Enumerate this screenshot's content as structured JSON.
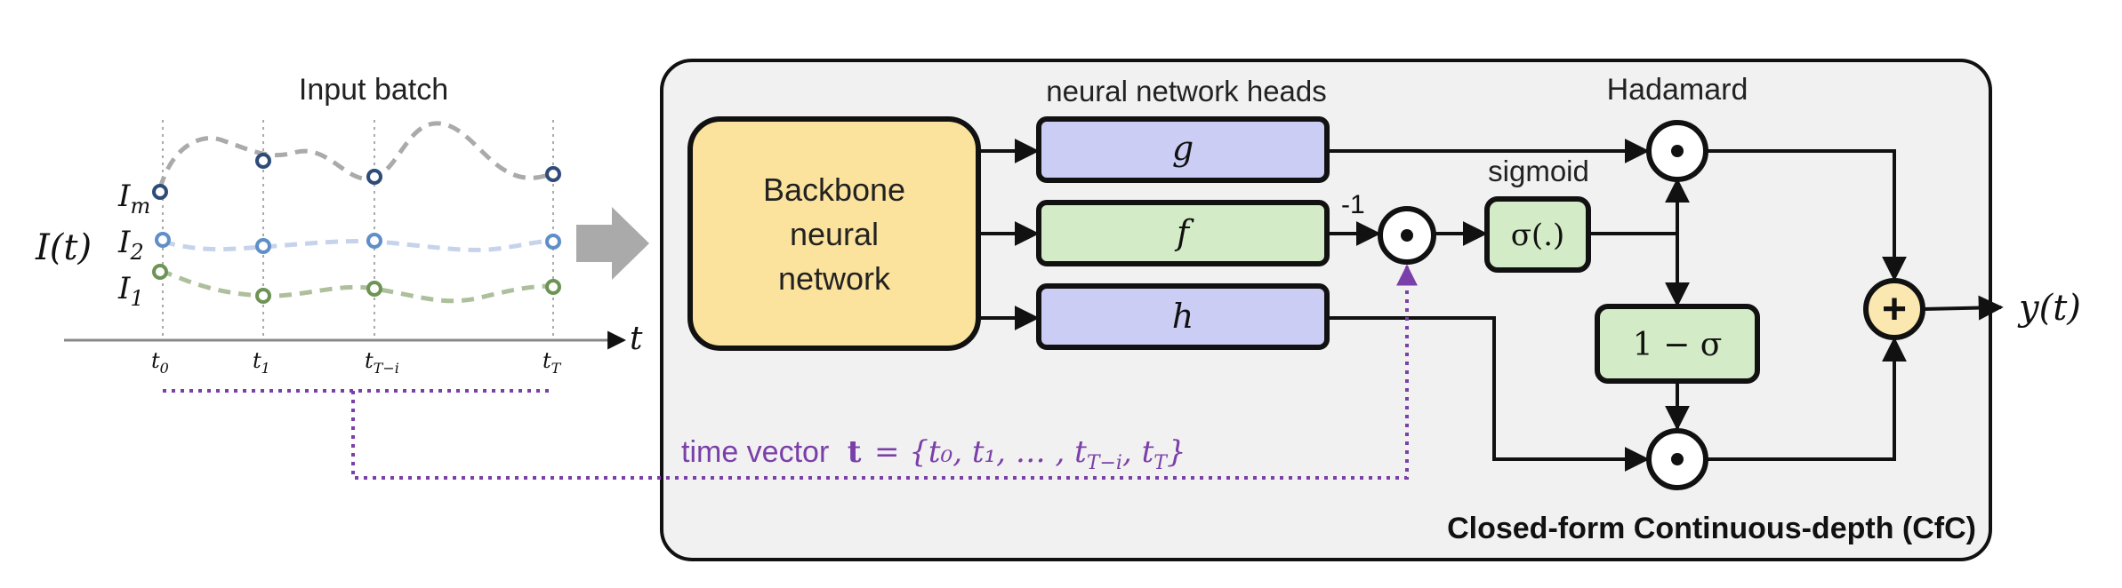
{
  "input": {
    "title": "Input batch",
    "signal_label": "I(t)",
    "series": [
      {
        "label": "I",
        "sub": "m"
      },
      {
        "label": "I",
        "sub": "2"
      },
      {
        "label": "I",
        "sub": "1"
      }
    ],
    "axis_label": "t",
    "ticks": [
      {
        "base": "t",
        "sub": "0"
      },
      {
        "base": "t",
        "sub": "1"
      },
      {
        "base": "t",
        "sub": "T−i"
      },
      {
        "base": "t",
        "sub": "T"
      }
    ]
  },
  "cfc": {
    "title": "Closed-form Continuous-depth (CfC)",
    "backbone": {
      "line1": "Backbone",
      "line2": "neural",
      "line3": "network"
    },
    "heads_label": "neural network heads",
    "heads": {
      "g": "g",
      "f": "f",
      "h": "h"
    },
    "minus_one": "-1",
    "sigmoid_label": "sigmoid",
    "sigmoid_box": "σ(.)",
    "one_minus_sigma": "1 − σ",
    "hadamard_label": "Hadamard",
    "odot": "⊙",
    "plus": "+",
    "output": "y(t)",
    "time_vector_label": "time vector",
    "time_vector_bold": "t",
    "time_vector_set": "= {t₀, t₁, … , t",
    "time_vector_sub": "T−i",
    "time_vector_end": ", t",
    "time_vector_end_sub": "T",
    "time_vector_close": "}"
  },
  "colors": {
    "purple_box": "#cccdf5",
    "green_box": "#d3ebc6",
    "backbone": "#fbe39d",
    "plus_fill": "#fbe7b0",
    "panel": "#f1f1f1",
    "time_vector": "#7a3fa8",
    "series_m": "#2f4b78",
    "series_2": "#5f8fc8",
    "series_1": "#6e9455"
  }
}
